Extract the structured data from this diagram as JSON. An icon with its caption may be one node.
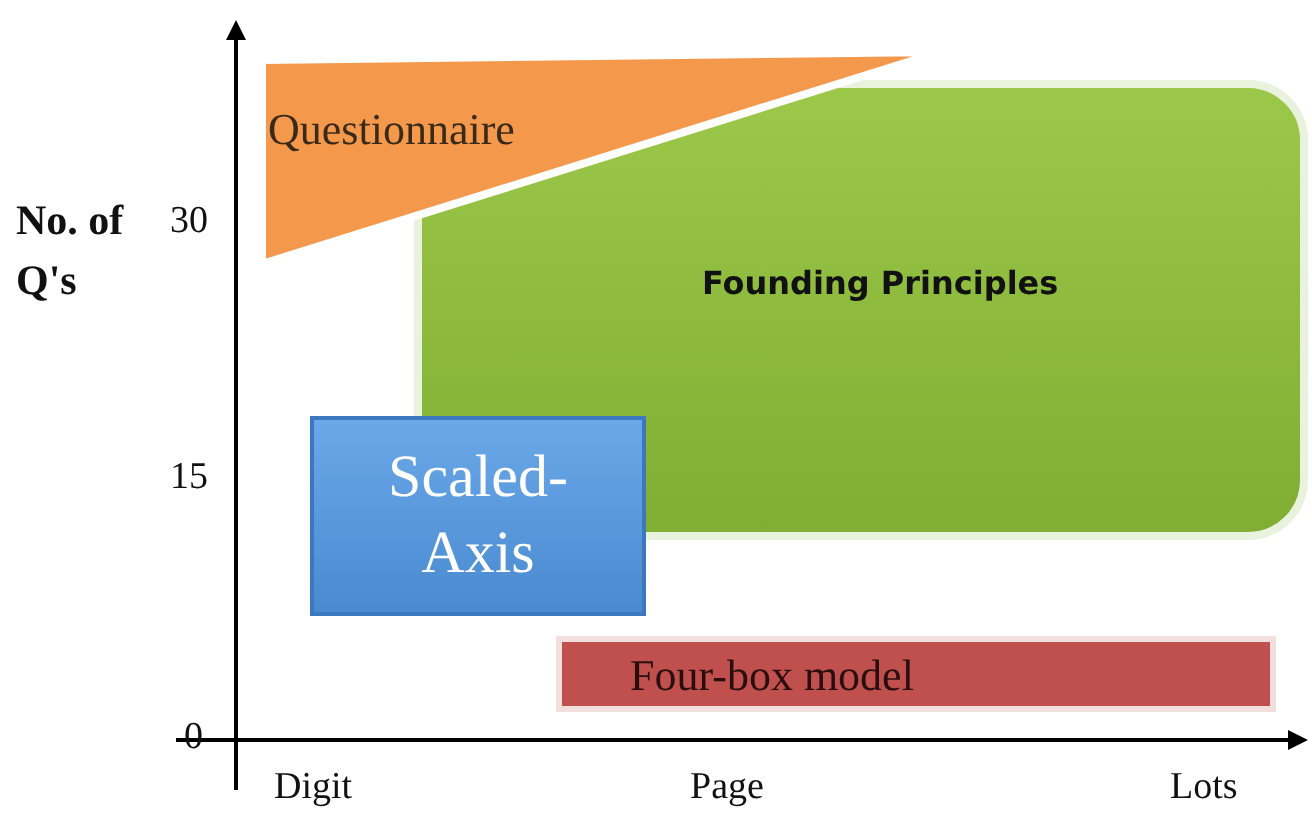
{
  "diagram": {
    "nodes": [
      {
        "text": [
          "Questionnaire"
        ]
      },
      {
        "text": [
          "Founding Principles"
        ]
      },
      {
        "text": [
          "Scaled-Axis"
        ]
      },
      {
        "text": [
          "Four-box model"
        ]
      }
    ],
    "labels": [
      "No. of Q's",
      "30",
      "15",
      "0",
      "Digit",
      "Page",
      "Lots"
    ]
  }
}
